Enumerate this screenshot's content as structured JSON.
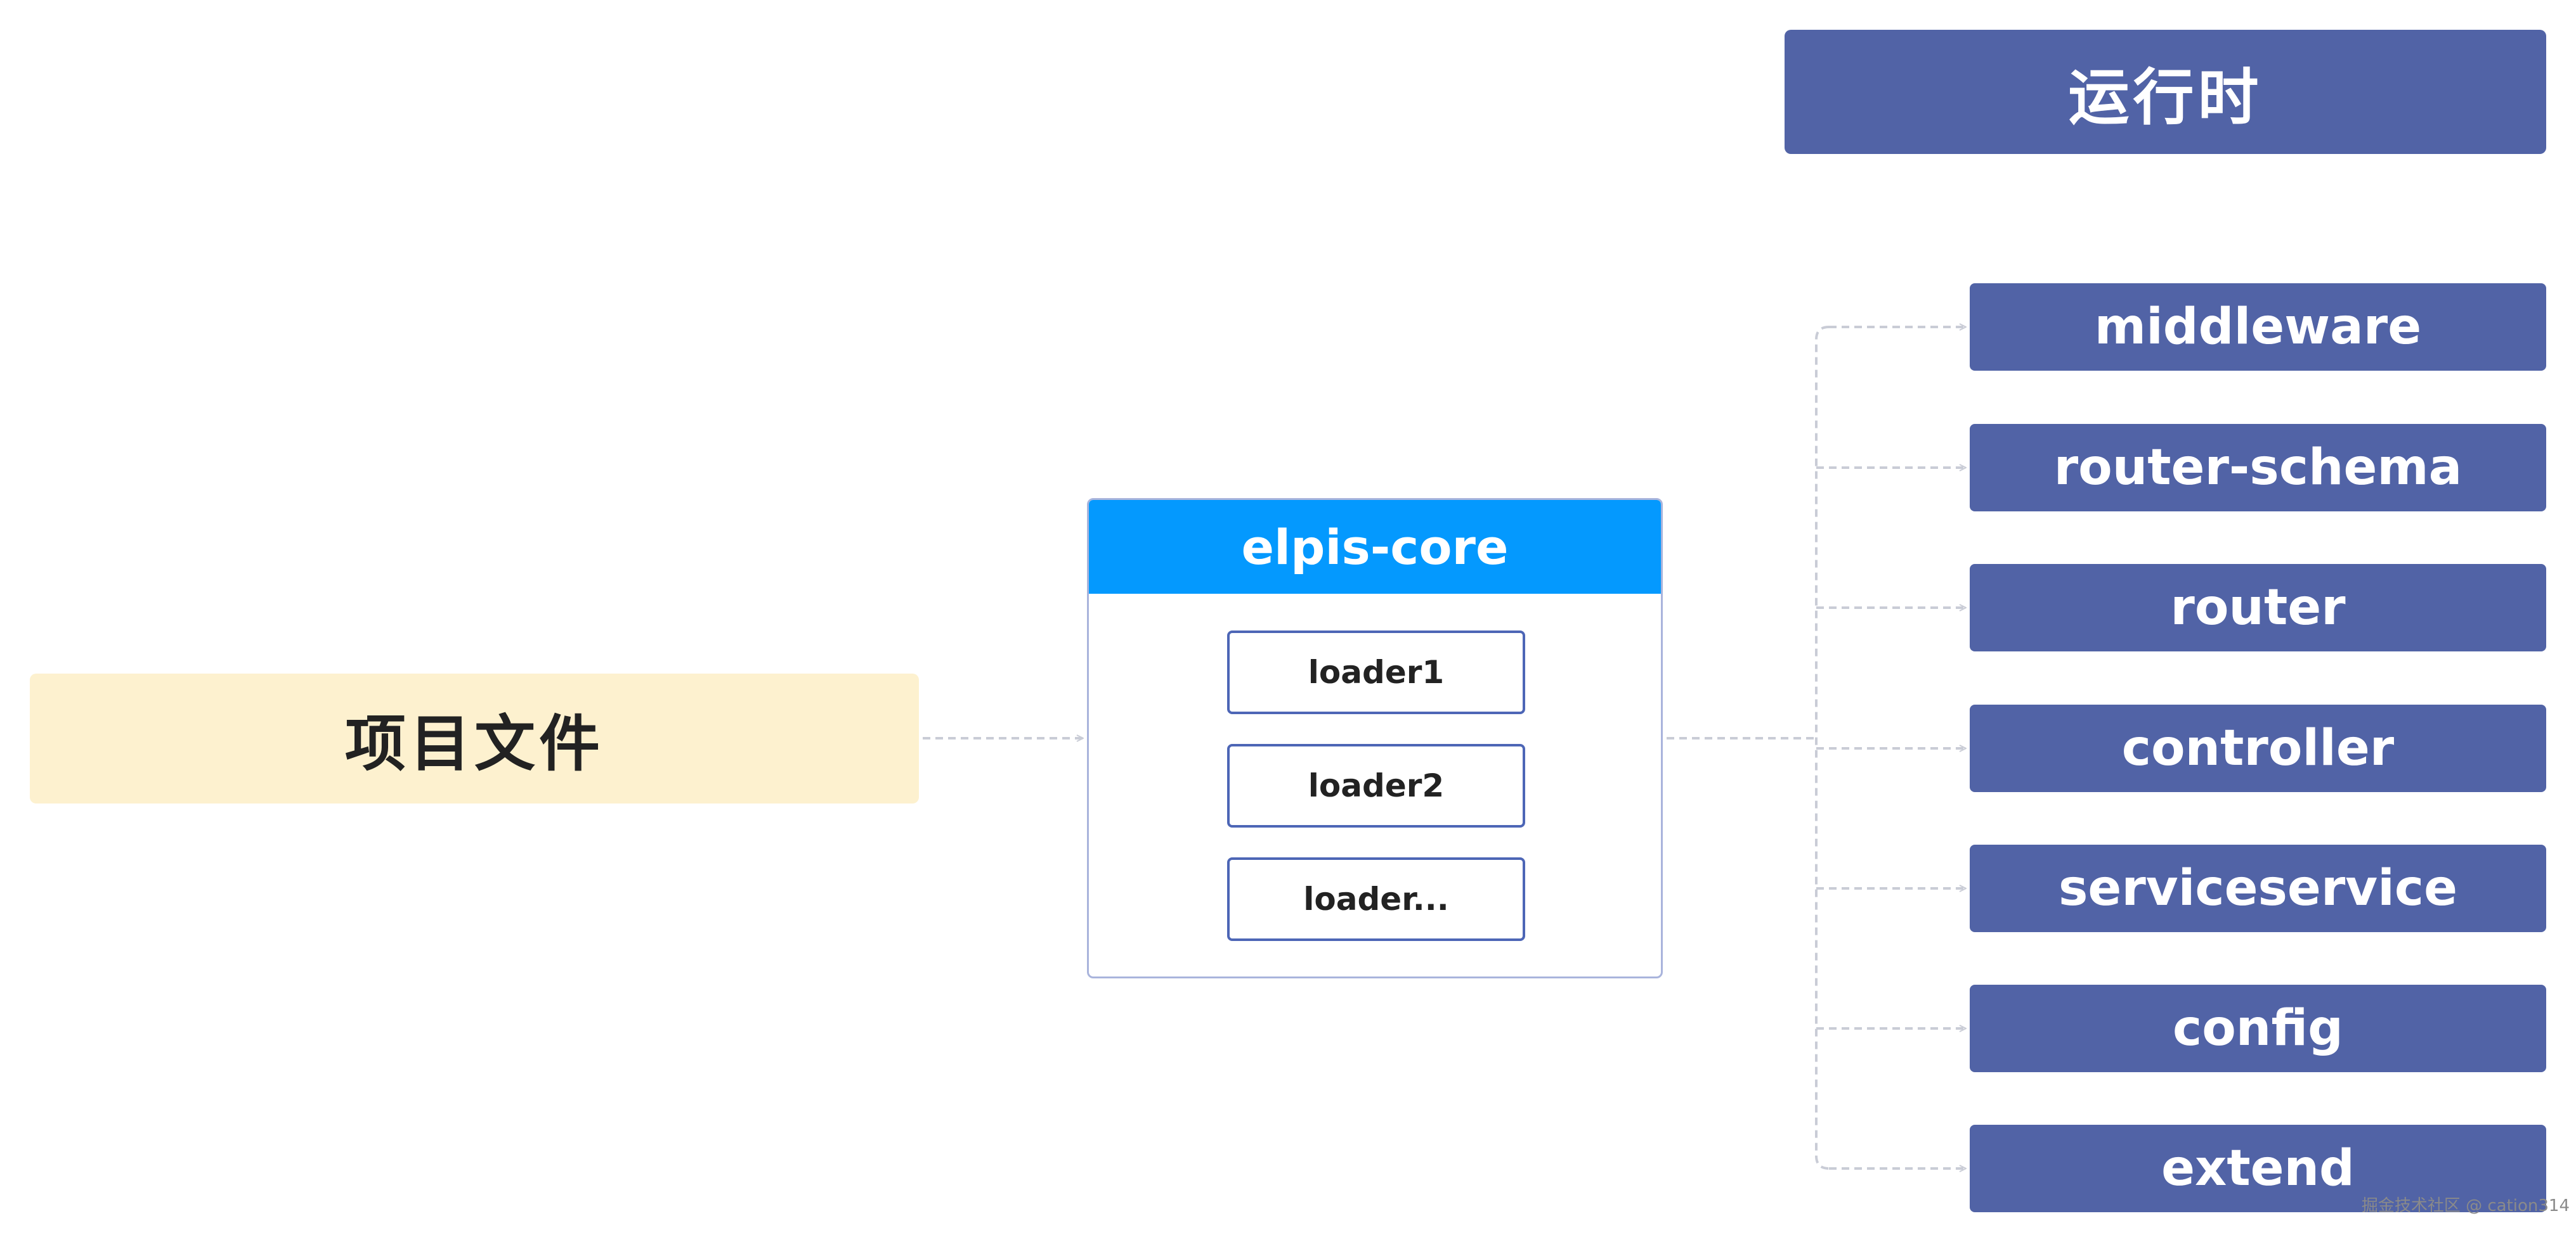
{
  "source": {
    "label": "项目文件"
  },
  "core": {
    "title": "elpis-core",
    "loaders": [
      {
        "label": "loader1"
      },
      {
        "label": "loader2"
      },
      {
        "label": "loader..."
      }
    ]
  },
  "runtime": {
    "title": "运行时",
    "items": [
      {
        "label": "middleware"
      },
      {
        "label": "router-schema"
      },
      {
        "label": "router"
      },
      {
        "label": "controller"
      },
      {
        "label": "serviceservice"
      },
      {
        "label": "config"
      },
      {
        "label": "extend"
      }
    ]
  },
  "watermark": "掘金技术社区 @ cation314",
  "colors": {
    "source_fill": "#fdf1cf",
    "core_header": "#0499fe",
    "core_border": "#a9b4dc",
    "loader_border": "#4d66b6",
    "runtime_fill": "#5163a6",
    "connector": "#c9ccd6"
  }
}
